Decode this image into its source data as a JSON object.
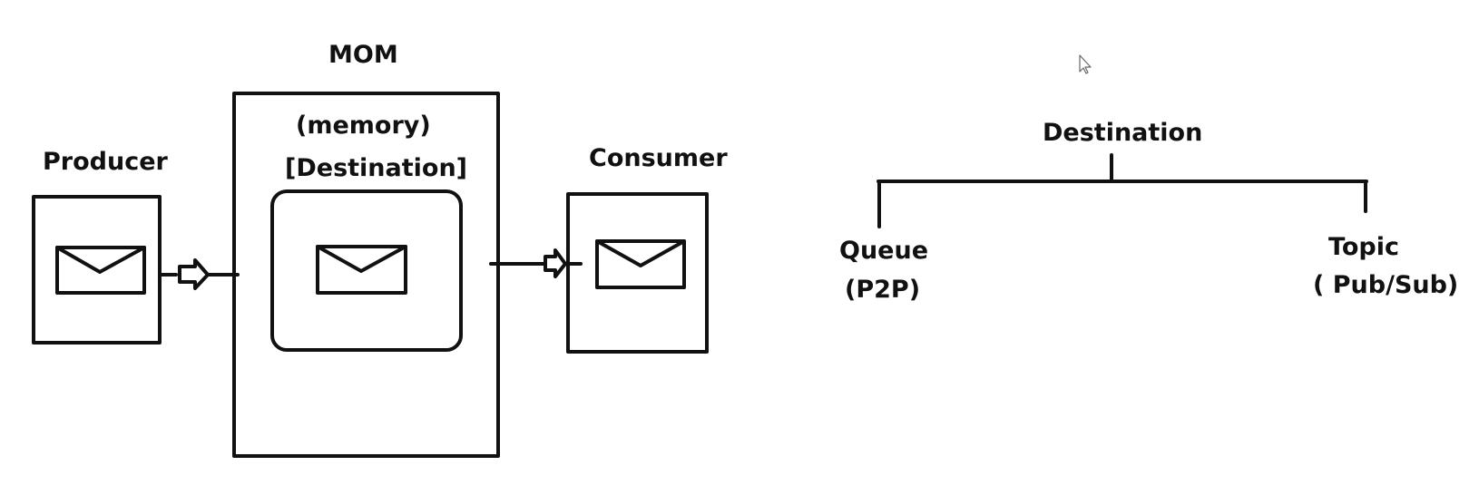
{
  "diagram": {
    "left": {
      "mom_label": "MOM",
      "memory_label": "(memory)",
      "destination_label": "[Destination]",
      "producer_label": "Producer",
      "consumer_label": "Consumer"
    },
    "right": {
      "root_label": "Destination",
      "queue_label": "Queue",
      "queue_sub_label": "(P2P)",
      "topic_label": "Topic",
      "topic_sub_label": "( Pub/Sub)"
    }
  },
  "colors": {
    "stroke": "#111111",
    "background": "#ffffff"
  },
  "icons": [
    "envelope-icon",
    "arrow-right-icon",
    "mouse-cursor-icon"
  ]
}
